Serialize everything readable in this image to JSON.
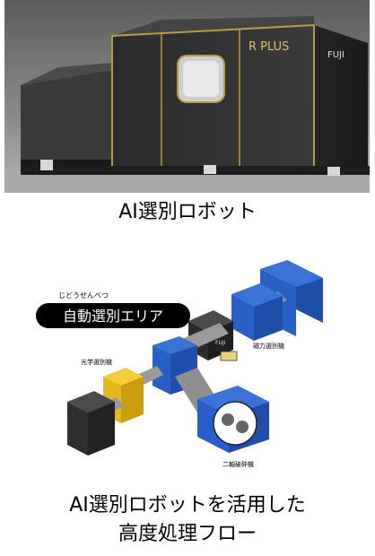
{
  "photo": {
    "brand_logo": "R PLUS",
    "side_logo": "FUJI"
  },
  "caption_top": "AI選別ロボット",
  "diagram": {
    "area_label_ruby": "じどうせんべつ",
    "area_label": "自動選別エリア",
    "robot_badge": "FUJI",
    "magnetic_label": "磁力選別機",
    "optical_label": "光学選別機",
    "shaft_label": "二軸破砕機"
  },
  "caption_bottom": {
    "line1": "AI選別ロボットを活用した",
    "line2": "高度処理フロー"
  },
  "colors": {
    "machine_body": "#2f2f2f",
    "gold_trim": "#b99a45",
    "blue_unit": "#2a5fc8",
    "yellow_unit": "#e3b81c"
  }
}
